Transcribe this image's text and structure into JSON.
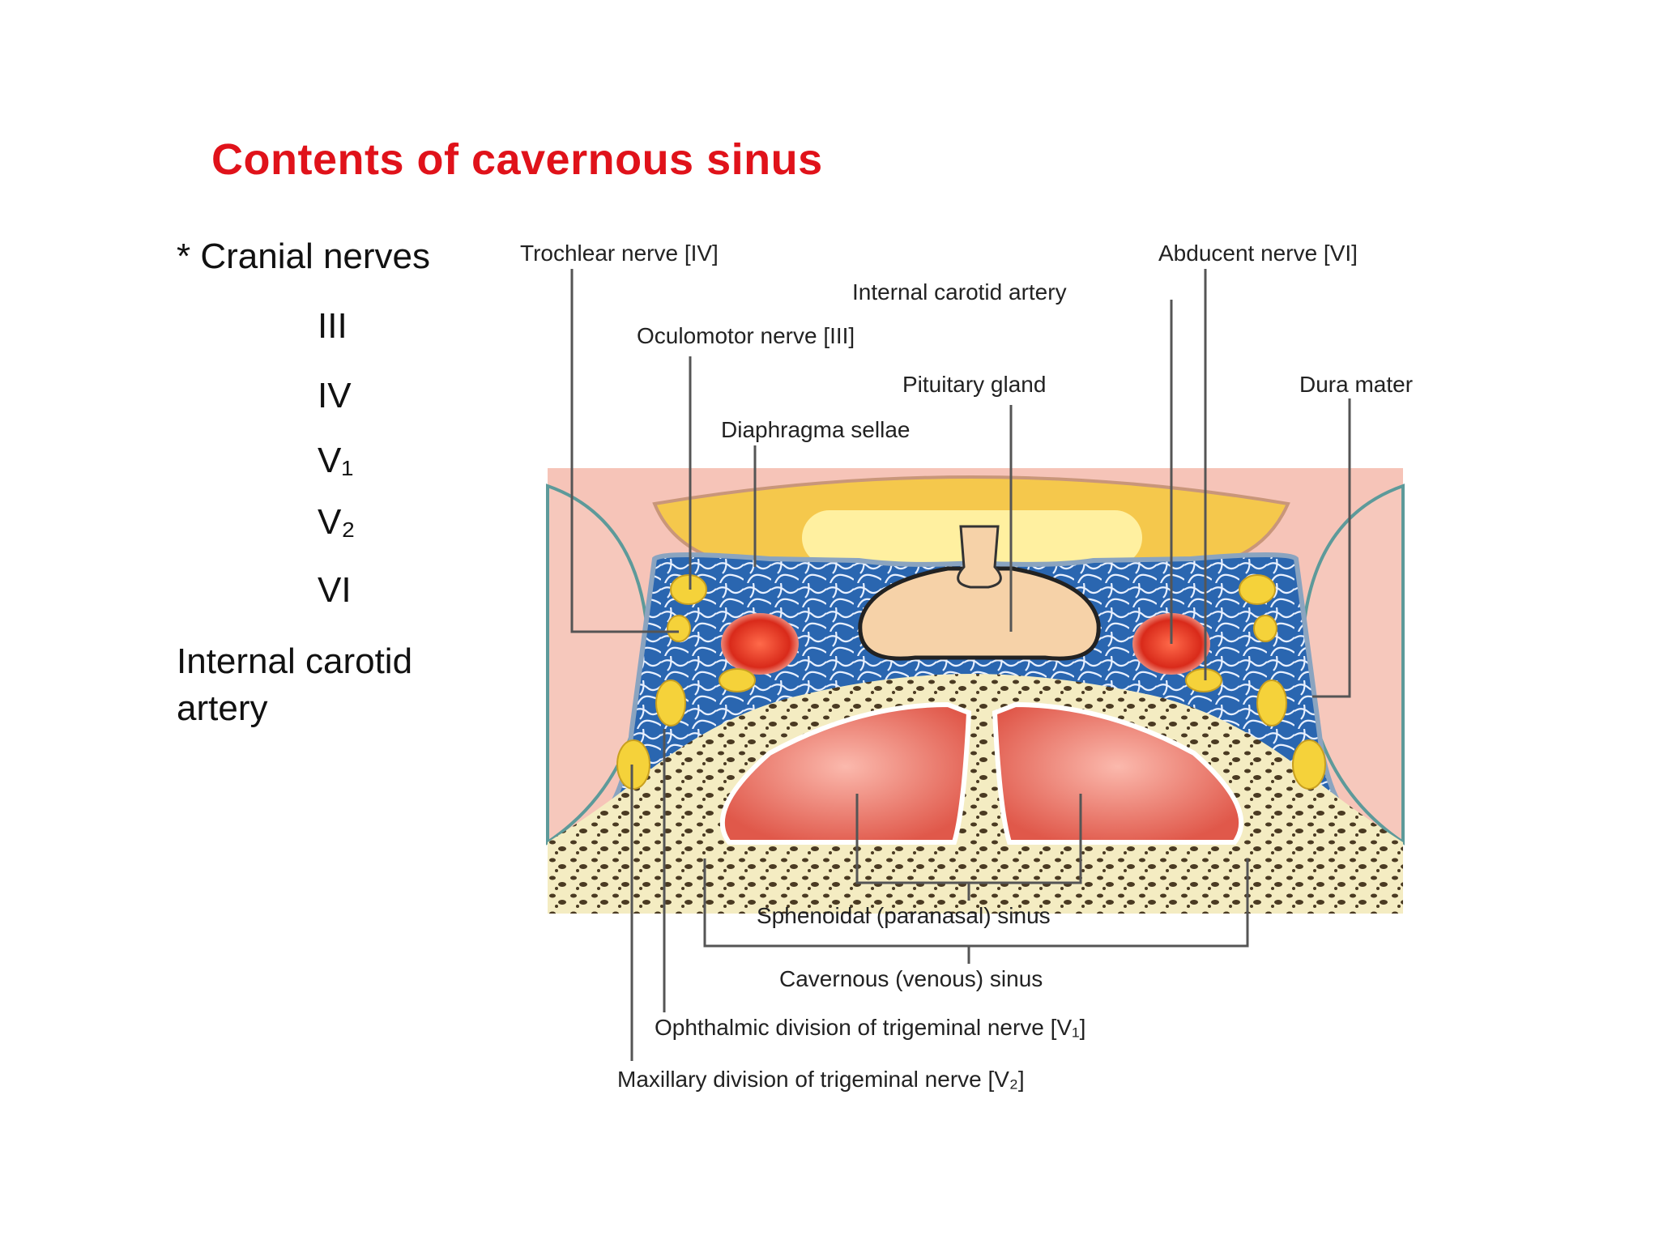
{
  "slide": {
    "title": "Contents of cavernous sinus",
    "list": {
      "heading": "* Cranial nerves",
      "nerves": [
        "III",
        "IV",
        "V₁",
        "V₂",
        "VI"
      ],
      "extra_line1": "Internal carotid",
      "extra_line2": "artery"
    }
  },
  "diagram": {
    "labels": {
      "trochlear": "Trochlear nerve [IV]",
      "abducent": "Abducent nerve  [VI]",
      "internal_carotid": "Internal carotid artery",
      "oculomotor": "Oculomotor nerve [III]",
      "pituitary": "Pituitary gland",
      "dura": "Dura mater",
      "diaphragma": "Diaphragma sellae",
      "sphenoidal": "Sphenoidal (paranasal) sinus",
      "cavernous": "Cavernous (venous) sinus",
      "ophthalmic": "Ophthalmic division of trigeminal nerve [V₁]",
      "maxillary": "Maxillary division of trigeminal nerve [V₂]"
    },
    "colors": {
      "title_red": "#e0121a",
      "venous_blue": "#2a66b0",
      "nerve_yellow": "#f5d23a",
      "artery_red": "#e03a2a",
      "sinus_pink": "#f08a80",
      "pituitary_tan": "#f6d2a8",
      "dura_pink": "#f6c4b8"
    }
  }
}
